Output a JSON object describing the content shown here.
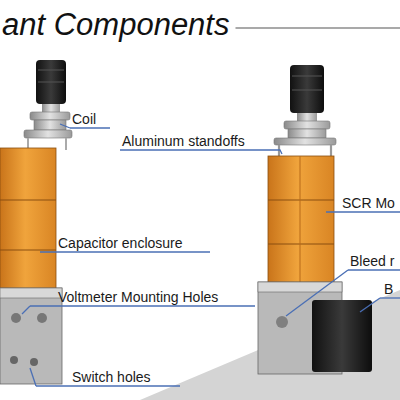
{
  "diagram": {
    "title": "ant Components",
    "labels": [
      "Coil",
      "Aluminum standoffs",
      "Capacitor enclosure",
      "Voltmeter Mounting Holes",
      "Switch holes",
      "SCR Mo",
      "Bleed r",
      "B"
    ]
  }
}
